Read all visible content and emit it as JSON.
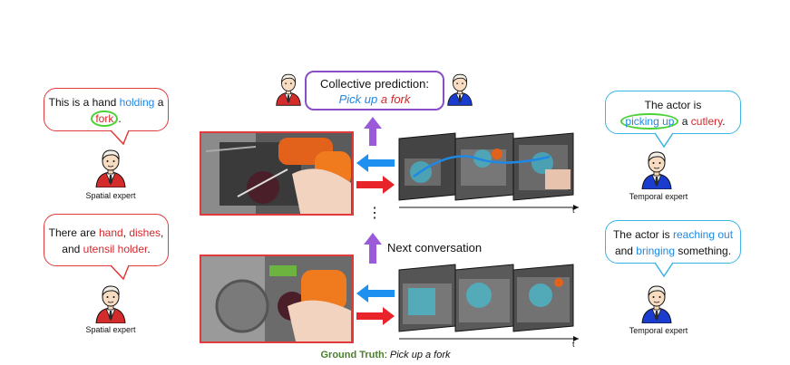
{
  "spatial_top": {
    "t1": "This is a hand ",
    "t2": "holding",
    "t3": " a",
    "t4": "fork",
    "t5": "."
  },
  "spatial_bottom": {
    "t1": "There are ",
    "t2": "hand",
    "t3": ", ",
    "t4": "dishes",
    "t5": ",",
    "t6": "and ",
    "t7": "utensil holder",
    "t8": "."
  },
  "temporal_top": {
    "t1": "The actor is",
    "t2": "picking up",
    "t3": " a ",
    "t4": "cutlery",
    "t5": "."
  },
  "temporal_bottom": {
    "t1": "The actor is ",
    "t2": "reaching out",
    "t3": "and ",
    "t4": "bringing",
    "t5": " something."
  },
  "center": {
    "title": "Collective prediction:",
    "pred1": "Pick up",
    "pred2": " a fork",
    "next": "Next conversation",
    "dots": "⋮",
    "t_axis": "t"
  },
  "experts": {
    "spatial": "Spatial expert",
    "temporal": "Temporal expert"
  },
  "footer": {
    "gt_label": "Ground Truth",
    "gt_sep": ": ",
    "gt_value": "Pick up a fork"
  },
  "colors": {
    "red": "#e23a3a",
    "blue": "#1e88e5",
    "purple": "#8a4fc6",
    "green": "#4cd137",
    "gt": "#4a7f2b"
  }
}
